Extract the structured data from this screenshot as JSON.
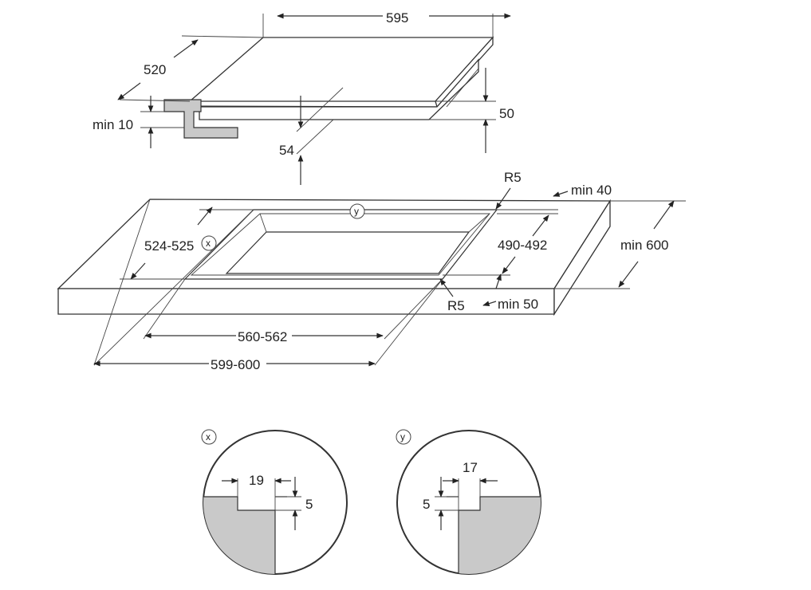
{
  "hob": {
    "width": "595",
    "depth": "520",
    "glass_height": "50",
    "total_height": "54",
    "bracket_clearance": "min 10"
  },
  "cutout": {
    "corner_radius_top": "R5",
    "corner_radius_bottom": "R5",
    "back_clearance": "min 40",
    "depth": "490-492",
    "width_range": "524-525",
    "front_clearance": "min 50",
    "worktop_depth": "min 600",
    "outer_width": "560-562",
    "total_width": "599-600",
    "marker_x": "x",
    "marker_y": "y"
  },
  "details": [
    {
      "marker": "x",
      "dim_horizontal": "19",
      "dim_vertical": "5"
    },
    {
      "marker": "y",
      "dim_horizontal": "17",
      "dim_vertical": "5"
    }
  ]
}
